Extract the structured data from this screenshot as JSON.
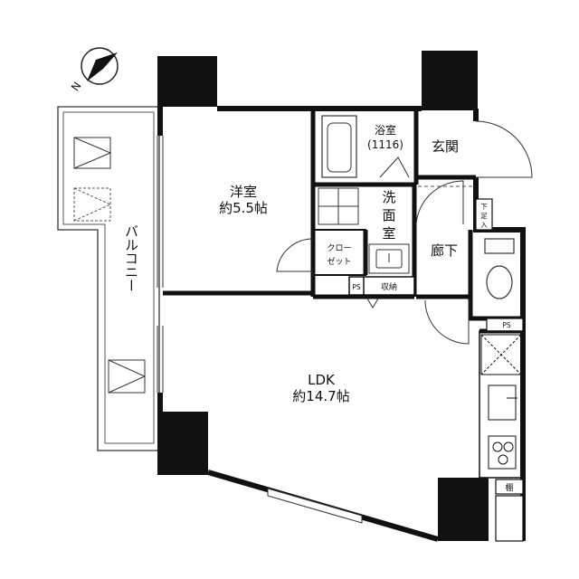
{
  "compass": {
    "north_label": "N"
  },
  "rooms": {
    "western_room": {
      "name": "洋室",
      "size": "約5.5帖"
    },
    "ldk": {
      "name": "LDK",
      "size": "約14.7帖"
    },
    "bath": {
      "name": "浴室",
      "size": "(1116)"
    },
    "entrance": {
      "name": "玄関"
    },
    "washroom": {
      "name_line1": "洗",
      "name_line2": "面",
      "name_line3": "室"
    },
    "closet": {
      "name_line1": "クロー",
      "name_line2": "ゼット"
    },
    "hallway": {
      "name": "廊下"
    },
    "balcony": {
      "name": "バルコニー"
    },
    "storage": {
      "name": "収納"
    },
    "ps_upper": {
      "name": "PS"
    },
    "ps_right": {
      "name": "PS"
    },
    "shoe_box": {
      "name_line1": "下",
      "name_line2": "足",
      "name_line3": "入"
    },
    "shelf": {
      "name": "棚"
    }
  }
}
